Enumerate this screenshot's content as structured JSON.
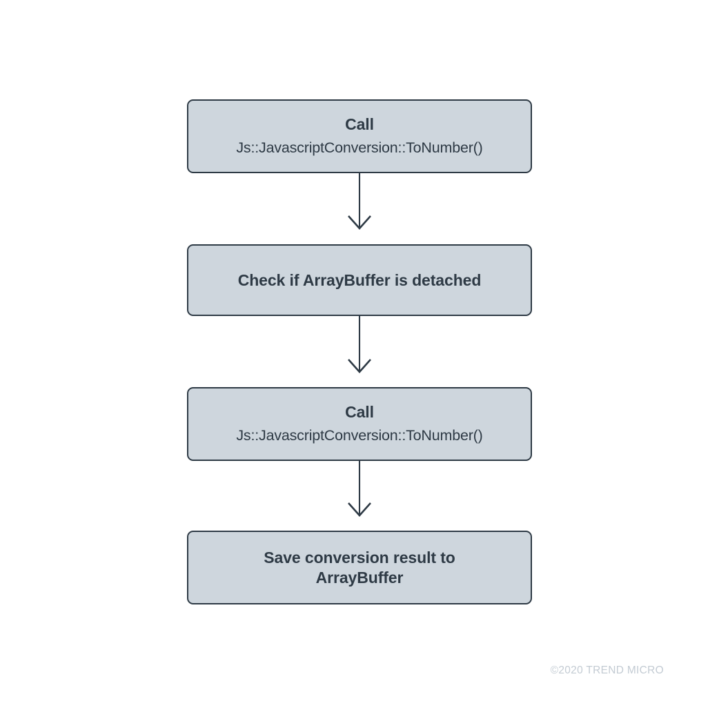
{
  "diagram": {
    "title_visible": false,
    "background_color": "#ffffff",
    "node_fill_color": "#ced6dd",
    "node_border_color": "#2e3a45",
    "text_color": "#2e3a45",
    "connector_color": "#2e3a45",
    "nodes": [
      {
        "id": "call-tonumber-1",
        "primary": "Call",
        "secondary": "Js::JavascriptConversion::ToNumber()"
      },
      {
        "id": "check-arraybuffer-detached",
        "primary": "Check if ArrayBuffer is detached",
        "secondary": ""
      },
      {
        "id": "call-tonumber-2",
        "primary": "Call",
        "secondary": "Js::JavascriptConversion::ToNumber()"
      },
      {
        "id": "save-conversion-result",
        "primary": "Save conversion result to\nArrayBuffer",
        "secondary": ""
      }
    ],
    "connectors": [
      {
        "id": "arrow-1-to-2",
        "from": "call-tonumber-1",
        "to": "check-arraybuffer-detached",
        "direction": "down"
      },
      {
        "id": "arrow-2-to-3",
        "from": "check-arraybuffer-detached",
        "to": "call-tonumber-2",
        "direction": "down"
      },
      {
        "id": "arrow-3-to-4",
        "from": "call-tonumber-2",
        "to": "save-conversion-result",
        "direction": "down"
      }
    ]
  },
  "footer": {
    "credit": "©2020 TREND MICRO",
    "color": "#c3cbd3"
  }
}
